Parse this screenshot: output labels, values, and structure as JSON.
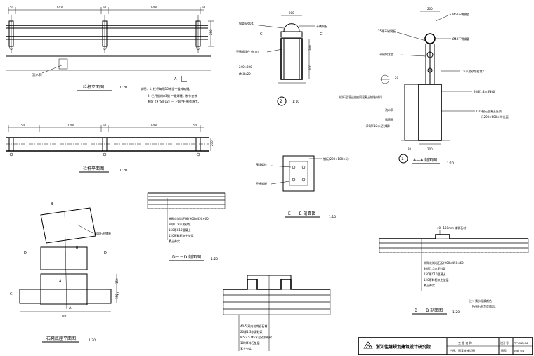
{
  "views": {
    "railing_elevation": {
      "title": "栏杆立面图",
      "scale": "1:20",
      "dims": [
        "50",
        "1200",
        "50",
        "1200",
        "50"
      ],
      "side_dim": "250",
      "label_drain": "流水洞",
      "section_mark_a": "A",
      "notes": [
        "说明：1. 栏杆每隔15米设一道伸缩缝。",
        "2. 栏杆钢材A3钢 一级焊缝，制作安装",
        "参照《97SJ012》一下钢栏杆制作施工。"
      ]
    },
    "railing_plan": {
      "title": "栏杆平面图",
      "scale": "1:20",
      "dims": [
        "50",
        "1200",
        "50",
        "1200",
        "50"
      ],
      "side_dim": "200"
    },
    "detail2": {
      "number": "2",
      "scale": "1:10",
      "top_dim": "200",
      "labels": [
        "钢管 Ø60 t",
        "不锈钢板",
        "不锈钢埋件 6mm",
        "240×300",
        "Ø60×20"
      ],
      "cut_marks": [
        "C",
        "C"
      ],
      "side_dims": [
        "300",
        "200"
      ]
    },
    "section_aa": {
      "title": "A—A 剖面图",
      "number": "1",
      "scale": "1:10",
      "top_dim": "200",
      "labels": [
        "Ø60不锈钢管",
        "Ø40不锈钢管",
        "25厚不锈钢板",
        "不锈钢套管",
        "1:5水泥砂浆找坡2",
        "20厚1:3水泥砂浆",
        "C25细石混凝土压顶",
        "（1200×600×20光面）",
        "流水洞",
        "栏杆混凝土支座同混凝土铺装材料",
        "钢筋网",
        "（20厚1:2水泥砂浆）"
      ],
      "left_dim": "20",
      "bottom_dims": [
        "20",
        "200"
      ]
    },
    "section_ee": {
      "title": "E－－E 剖面图",
      "scale": "1:10",
      "labels": [
        "钢板(200×180×5)",
        "预埋螺栓",
        "不锈钢板"
      ]
    },
    "section_dd": {
      "title": "D－－D 剖面图",
      "scale": "1:20",
      "layers": [
        "单砌花岗岩石板(900×450×60)",
        "30厚1:3水泥砂浆",
        "150厚C10混凝土",
        "120厚碎石灰土垫层",
        "素土夯实"
      ]
    },
    "stone_plan": {
      "title": "石凳底座平面图",
      "scale": "1:20",
      "label": "局部石材铺装",
      "marks": [
        "B",
        "B",
        "D",
        "D",
        "C",
        "C",
        "A",
        "A"
      ],
      "bottom_dim": "900",
      "side_dims": [
        "150",
        "350"
      ]
    },
    "section_cc": {
      "layers": [
        "40-5 双向花岗岩石材",
        "20厚1:3水泥砂浆",
        "M5/7.5 M5水泥砂浆砌砖",
        "100厚碎石垫层",
        "素土夯实"
      ]
    },
    "section_bb": {
      "title": "B－－B 剖面图",
      "scale": "1:20",
      "top_label": "40~150mm 铺装石材",
      "layers": [
        "单砌花岗岩石板(900×450×60)",
        "30厚1:3水泥砂浆",
        "150厚C10混凝土",
        "120厚碎石灰土垫层",
        "素土夯实"
      ],
      "notes": [
        "注：素水泥浆颜色",
        "所有石材为花岗岩。"
      ]
    }
  },
  "title_block": {
    "institute": "浙江佳境规划建筑设计研究院",
    "project_label": "工 程 名 称",
    "drawing_label": "设计号",
    "drawing_no_label": "图号",
    "drawing_name": "栏杆、石凳底座详图",
    "design_no": "TPYS-ZJ-16",
    "sheet_no": "园施 6/4"
  }
}
